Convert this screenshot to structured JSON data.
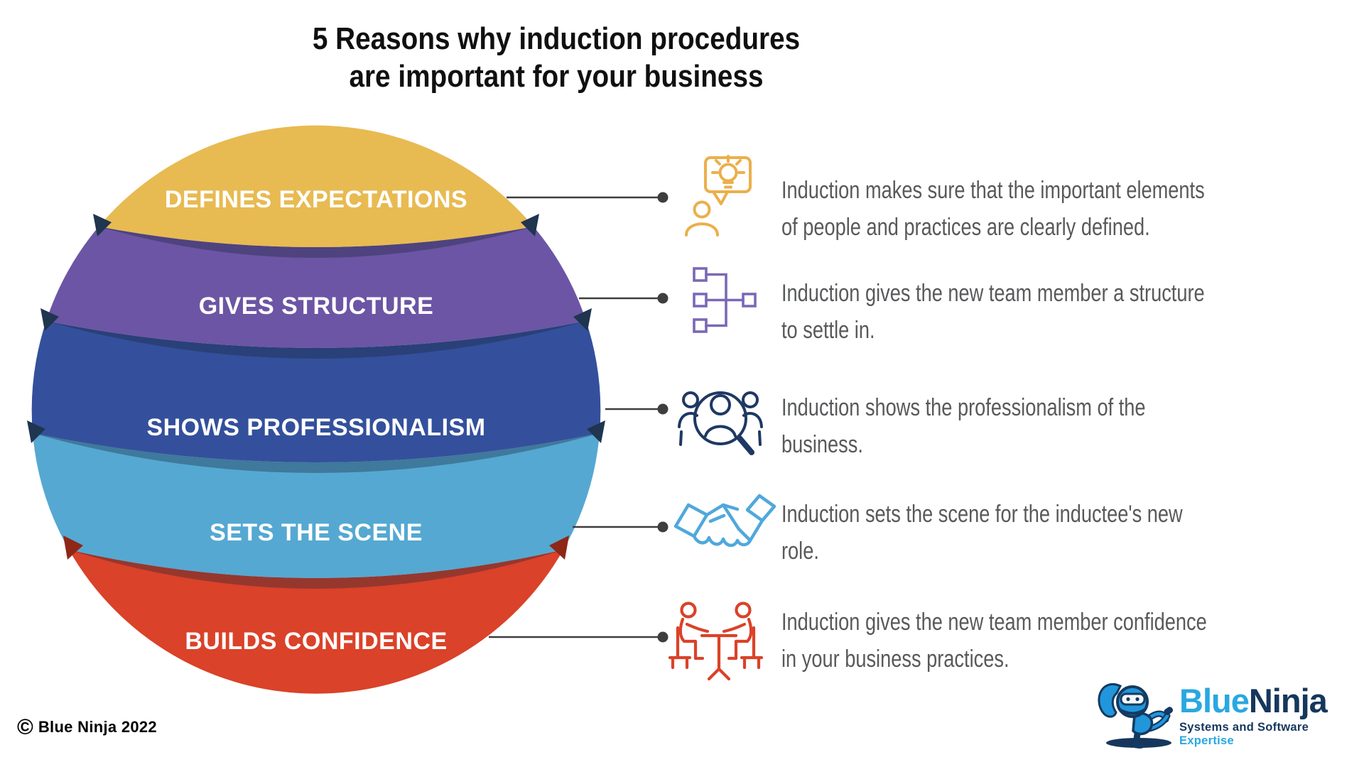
{
  "title": {
    "line1": "5 Reasons why induction procedures",
    "line2": "are important for your business"
  },
  "reasons": [
    {
      "label": "DEFINES EXPECTATIONS",
      "band_color": "#E8BA52",
      "icon": "person-idea-bubble-icon",
      "icon_color": "#EBAF4B",
      "lines": [
        "Induction makes sure that the important elements",
        "of people and practices are clearly defined."
      ]
    },
    {
      "label": "GIVES STRUCTURE",
      "band_color": "#6C55A4",
      "icon": "hierarchy-icon",
      "icon_color": "#7B68B5",
      "lines": [
        "Induction gives the new team member a structure",
        "to settle in."
      ]
    },
    {
      "label": "SHOWS PROFESSIONALISM",
      "band_color": "#34509C",
      "icon": "people-search-icon",
      "icon_color": "#1F3864",
      "lines": [
        "Induction shows the professionalism of the",
        "business."
      ]
    },
    {
      "label": "SETS THE SCENE",
      "band_color": "#55A8D2",
      "icon": "handshake-icon",
      "icon_color": "#4FA8DC",
      "lines": [
        "Induction sets the scene for the inductee's new",
        "role."
      ]
    },
    {
      "label": "BUILDS CONFIDENCE",
      "band_color": "#DA4229",
      "icon": "interview-table-icon",
      "icon_color": "#DA4229",
      "lines": [
        "Induction gives the new team member confidence",
        "in your business practices."
      ]
    }
  ],
  "connector_color": "#3E3E3E",
  "description_color": "#58595B",
  "copyright": {
    "symbol": "©",
    "text": "Blue Ninja 2022"
  },
  "logo": {
    "mascot": "blue-ninja-mascot",
    "brand_blue": "Blue",
    "brand_navy": "Ninja",
    "tagline_navy": "Systems and Software",
    "tagline_blue": "Expertise",
    "blue_hex": "#29A8E0",
    "navy_hex": "#16375D"
  }
}
